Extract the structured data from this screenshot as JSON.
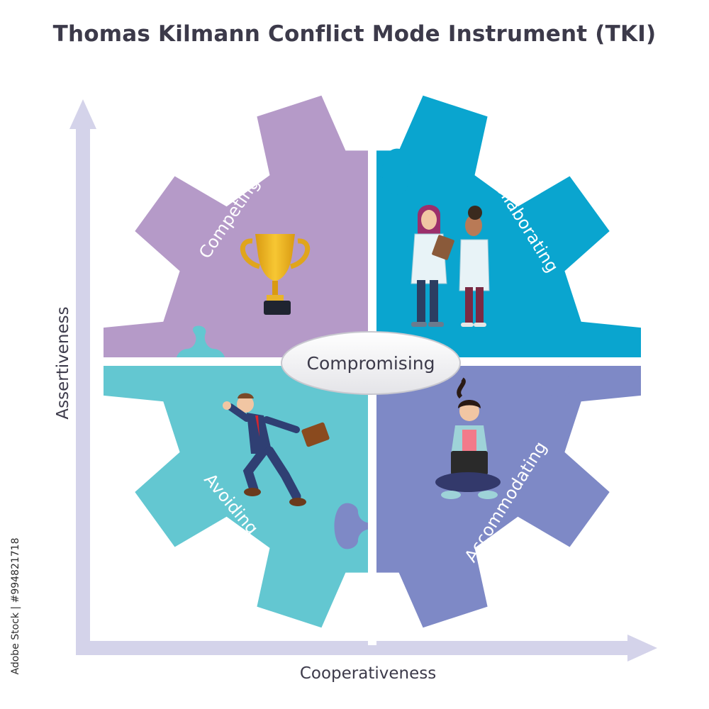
{
  "title": "Thomas Kilmann Conflict Mode Instrument (TKI)",
  "axes": {
    "y_label": "Assertiveness",
    "x_label": "Cooperativeness"
  },
  "quadrants": {
    "top_left": {
      "label": "Competing",
      "color": "#b59ac8",
      "icon": "trophy-icon"
    },
    "top_right": {
      "label": "Collaborating",
      "color": "#0aa5cf",
      "icon": "two-doctors-illustration"
    },
    "bottom_left": {
      "label": "Avoiding",
      "color": "#63c7d1",
      "icon": "running-businessman-illustration"
    },
    "bottom_right": {
      "label": "Accommodating",
      "color": "#7e89c6",
      "icon": "woman-with-laptop-illustration"
    }
  },
  "center": {
    "label": "Compromising"
  },
  "watermark": {
    "text": "Adobe Stock | #994821718"
  },
  "colors": {
    "axis": "#d4d3ea",
    "title": "#3c3a4a"
  }
}
